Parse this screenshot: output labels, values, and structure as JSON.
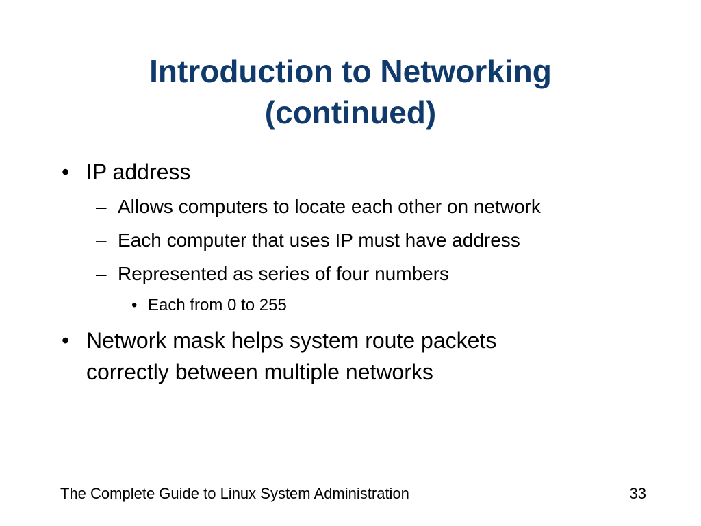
{
  "slide": {
    "title_line1": "Introduction to Networking",
    "title_line2": "(continued)",
    "bullets": [
      {
        "marker": "•",
        "text": "IP address"
      },
      {
        "marker": "–",
        "text": "Allows computers to locate each other on network"
      },
      {
        "marker": "–",
        "text": "Each computer that uses IP must have address"
      },
      {
        "marker": "–",
        "text": "Represented as series of four numbers"
      },
      {
        "marker": "•",
        "text": "Each from 0 to 255"
      },
      {
        "marker": "•",
        "text": "Network mask helps system route packets"
      },
      {
        "marker": "",
        "text": "correctly between multiple networks"
      }
    ],
    "footer_text": "The Complete Guide to Linux System Administration",
    "page_number": "33",
    "title_color": "#0f3a6b"
  }
}
